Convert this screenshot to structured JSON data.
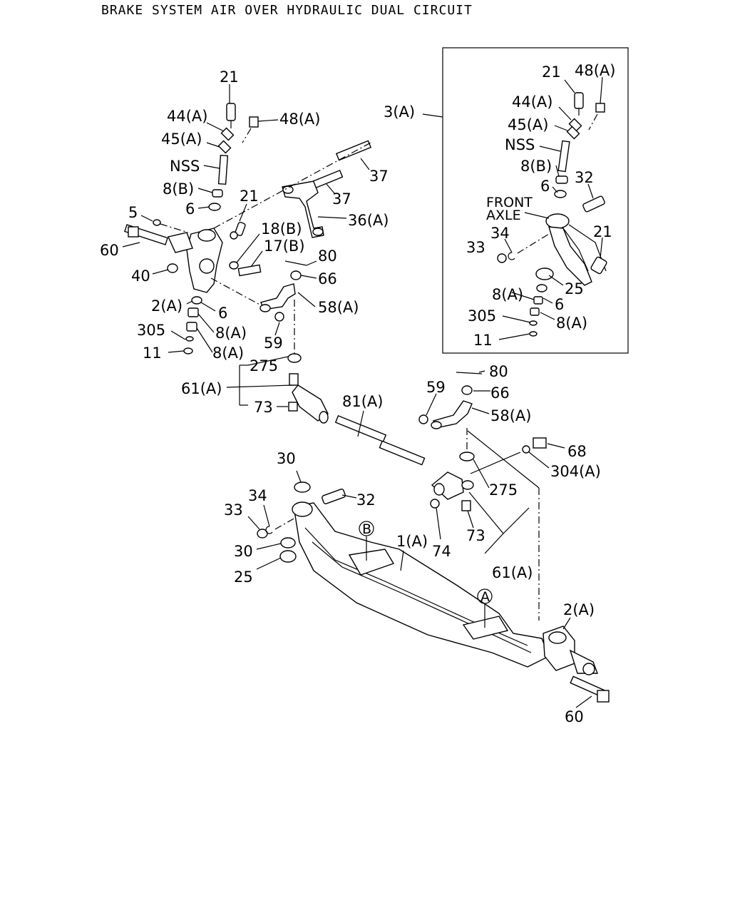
{
  "title": "BRAKE SYSTEM AIR OVER HYDRAULIC DUAL CIRCUIT",
  "callouts": {
    "c21a": "21",
    "c44a": "44(A)",
    "c48a": "48(A)",
    "c45a": "45(A)",
    "cNSSa": "NSS",
    "c8ba": "8(B)",
    "c6a": "6",
    "c5": "5",
    "c21b": "21",
    "c37a": "37",
    "c37b": "37",
    "c36a": "36(A)",
    "c18b": "18(B)",
    "c17b": "17(B)",
    "c80a": "80",
    "c66a": "66",
    "c60a": "60",
    "c40": "40",
    "c2a": "2(A)",
    "c6b": "6",
    "c58a": "58(A)",
    "c305a": "305",
    "c8aa": "8(A)",
    "c11a": "11",
    "c8ab": "8(A)",
    "c59a": "59",
    "c275a": "275",
    "c61a": "61(A)",
    "c73a": "73",
    "c81a": "81(A)",
    "c80b": "80",
    "c59b": "59",
    "c66b": "66",
    "c58b": "58(A)",
    "c68": "68",
    "c304": "304(A)",
    "c275b": "275",
    "c30a": "30",
    "c32a": "32",
    "c34a": "34",
    "c33a": "33",
    "c30b": "30",
    "c25a": "25",
    "c1a": "1(A)",
    "c74": "74",
    "c73b": "73",
    "c61b": "61(A)",
    "c2b": "2(A)",
    "c60b": "60",
    "cB": "B",
    "cA": "A",
    "i3a": "3(A)",
    "i21a": "21",
    "i48a": "48(A)",
    "i44a": "44(A)",
    "i45a": "45(A)",
    "iNSS": "NSS",
    "i8b": "8(B)",
    "i6a": "6",
    "i32": "32",
    "iFront": "FRONT",
    "iAxle": "AXLE",
    "i34": "34",
    "i33": "33",
    "i21b": "21",
    "i25": "25",
    "i8aa": "8(A)",
    "i6b": "6",
    "i305": "305",
    "i8ab": "8(A)",
    "i11": "11"
  }
}
